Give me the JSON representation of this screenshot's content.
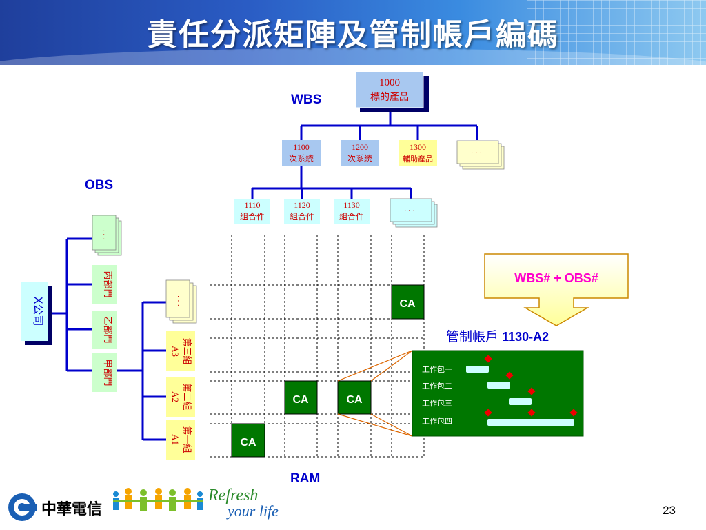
{
  "title": "責任分派矩陣及管制帳戶編碼",
  "labels": {
    "wbs": "WBS",
    "obs": "OBS",
    "ram": "RAM",
    "formula": "WBS# + OBS#",
    "control_account_prefix": "管制帳戶",
    "control_account_code": "1130-A2"
  },
  "wbs": {
    "root": {
      "code": "1000",
      "name": "標的產品"
    },
    "level2": [
      {
        "code": "1100",
        "name": "次系統"
      },
      {
        "code": "1200",
        "name": "次系統"
      },
      {
        "code": "1300",
        "name": "輔助產品"
      },
      {
        "code": "",
        "name": ". . ."
      }
    ],
    "level3": [
      {
        "code": "1110",
        "name": "組合件"
      },
      {
        "code": "1120",
        "name": "組合件"
      },
      {
        "code": "1130",
        "name": "組合件"
      },
      {
        "code": "",
        "name": ". . ."
      }
    ]
  },
  "obs": {
    "root": "X公司",
    "departments": [
      "甲部門",
      "乙部門",
      "丙部門",
      ". . ."
    ],
    "groups": [
      {
        "code": "A1",
        "name": "第一組"
      },
      {
        "code": "A2",
        "name": "第二組"
      },
      {
        "code": "A3",
        "name": "第三組"
      },
      {
        "code": "",
        "name": ". . ."
      }
    ]
  },
  "ram_cells": [
    "CA",
    "CA",
    "CA",
    "CA"
  ],
  "work_packages": [
    "工作包一",
    "工作包二",
    "工作包三",
    "工作包四"
  ],
  "footer": {
    "company": "中華電信",
    "slogan_line1": "Refresh",
    "slogan_line2": "your life",
    "page_number": "23"
  },
  "colors": {
    "box_blue": "#a8c8f0",
    "box_yellow": "#ffffcc",
    "box_teal": "#ccffff",
    "line_blue": "#0000cc",
    "ca_green": "#007700",
    "formula_text": "#ff00cc",
    "wp_red": "#ee0000"
  }
}
